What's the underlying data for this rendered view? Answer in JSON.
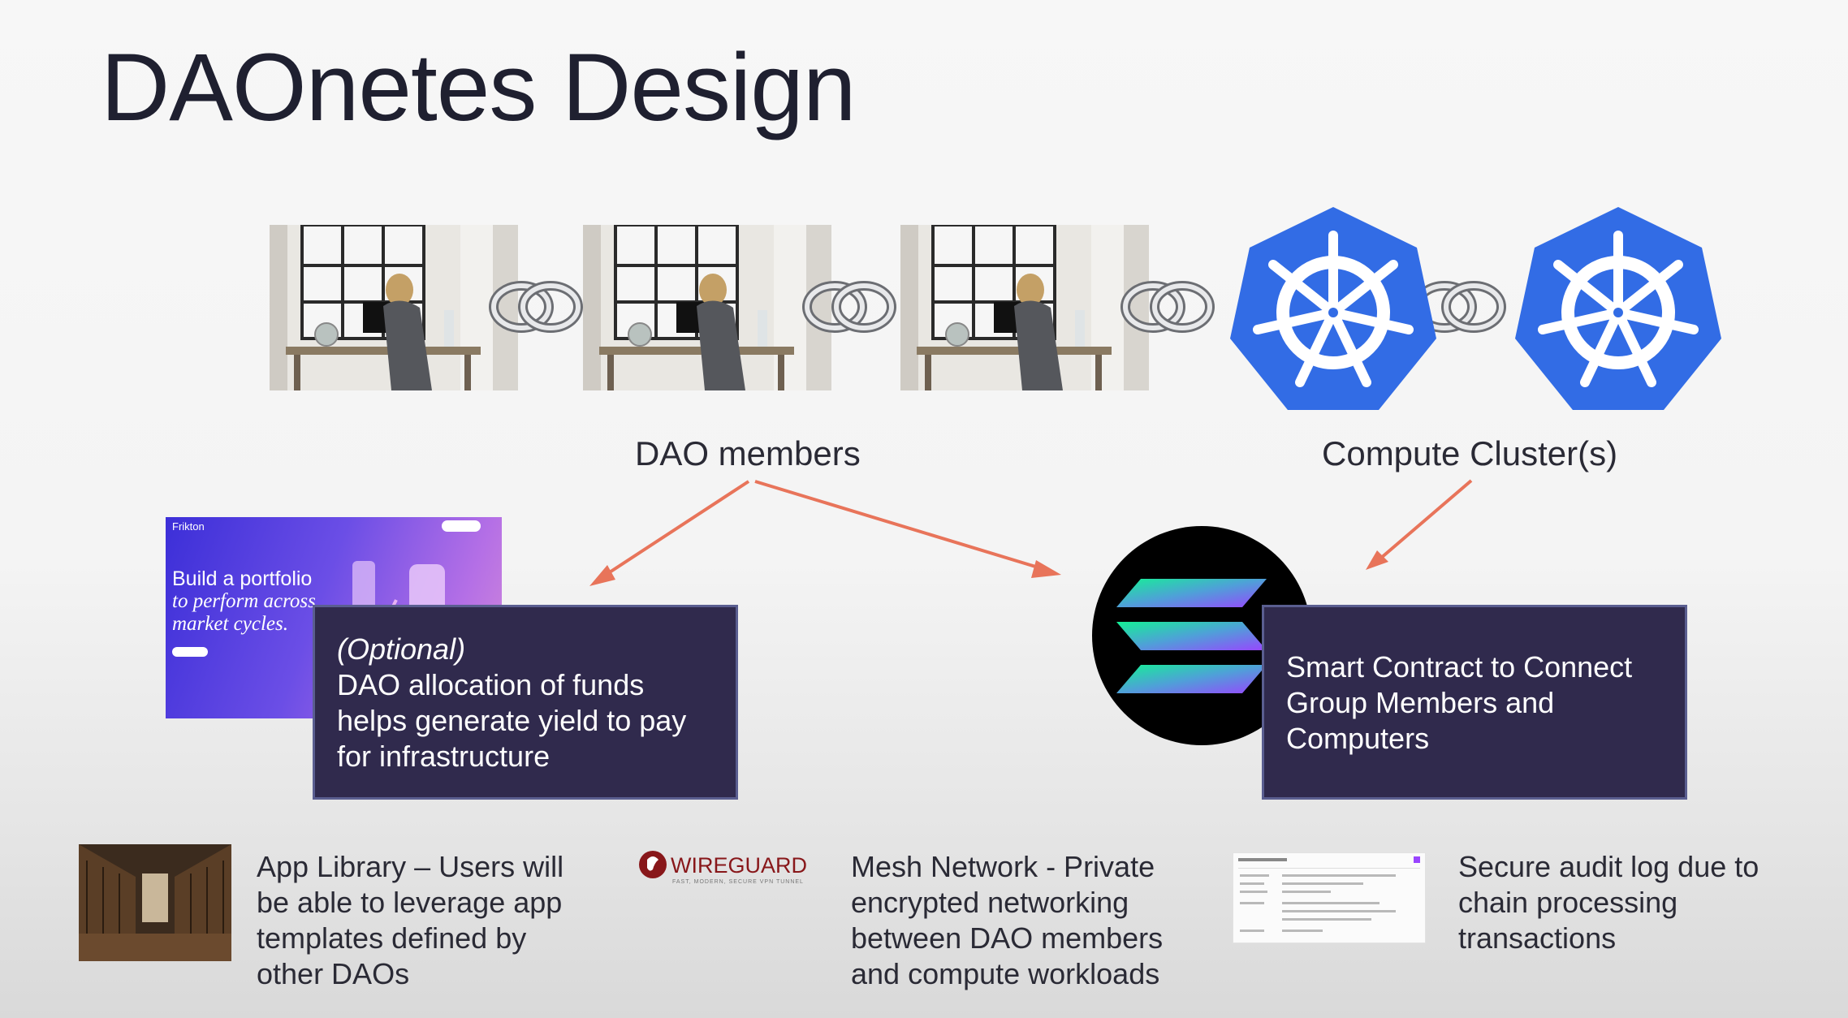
{
  "slide": {
    "title": "DAOnetes Design",
    "labels": {
      "members": "DAO members",
      "cluster": "Compute Cluster(s)"
    },
    "cards": {
      "optional": {
        "lines": [
          "(Optional)",
          "DAO allocation of funds",
          "helps generate yield to pay",
          "for infrastructure"
        ]
      },
      "contract": {
        "lines": [
          "Smart Contract to Connect",
          "Group Members and",
          "Computers"
        ]
      }
    },
    "portfolio_mock": {
      "brand": "Frikton",
      "headline": [
        "Build a portfolio",
        "to perform across",
        "market cycles."
      ]
    },
    "footer": [
      {
        "icon": "library-image",
        "lines": [
          "App Library – Users will",
          "be able to leverage app",
          "templates defined by",
          "other DAOs"
        ]
      },
      {
        "icon": "wireguard-logo",
        "lines": [
          "Mesh Network - Private",
          "encrypted networking",
          "between DAO members",
          "and compute workloads"
        ]
      },
      {
        "icon": "transaction-screenshot",
        "lines": [
          "Secure audit log due to",
          "chain processing",
          "transactions"
        ]
      }
    ],
    "logos": {
      "wireguard": {
        "name": "WIREGUARD",
        "tagline": "FAST, MODERN, SECURE VPN TUNNEL"
      }
    },
    "colors": {
      "card_bg": "#302a4d",
      "arrow": "#e8745a",
      "kubernetes_blue": "#326ce5",
      "solana_start": "#9945ff",
      "solana_end": "#14f195"
    }
  }
}
